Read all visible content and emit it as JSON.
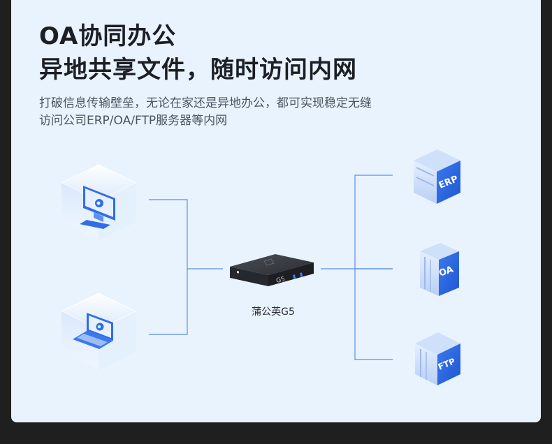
{
  "header": {
    "title_line1": "OA协同办公",
    "title_line2": "异地共享文件，随时访问内网",
    "subtitle_line1": "打破信息传输壁垒，无论在家还是异地办公，都可实现稳定无缝",
    "subtitle_line2": "访问公司ERP/OA/FTP服务器等内网"
  },
  "diagram": {
    "center_device_label": "蒲公英G5",
    "device_mark": "G5",
    "servers": [
      "ERP",
      "OA",
      "FTP"
    ],
    "clients": [
      "desktop-computer",
      "laptop-computer"
    ],
    "colors": {
      "background": "#e9f3fe",
      "line": "#5b8fe0",
      "accent": "#2f6ee6",
      "device": "#2a2d33"
    }
  }
}
